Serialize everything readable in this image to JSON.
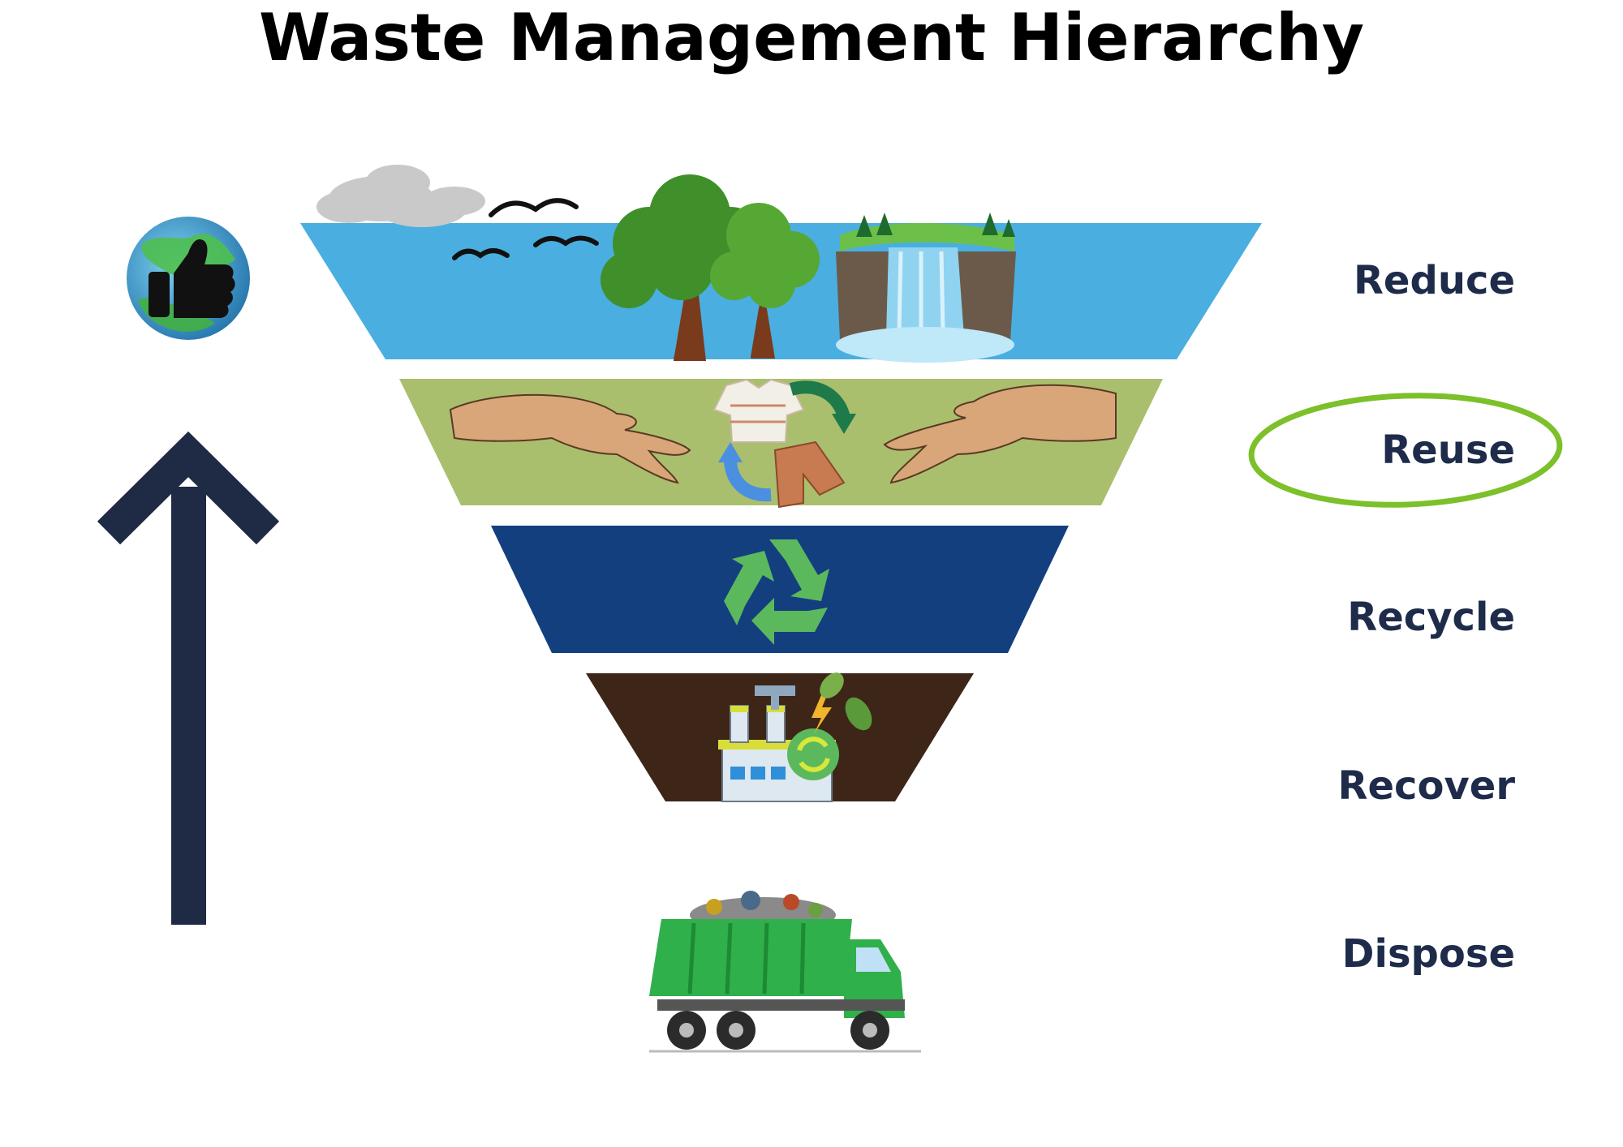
{
  "title": "Waste Management Hierarchy",
  "levels": [
    {
      "label": "Reduce",
      "icon": "nature-scene-icon",
      "color": "#4aaee0"
    },
    {
      "label": "Reuse",
      "icon": "hands-exchange-icon",
      "color": "#a9bf6e",
      "highlighted": true
    },
    {
      "label": "Recycle",
      "icon": "recycle-icon",
      "color": "#133f7f"
    },
    {
      "label": "Recover",
      "icon": "factory-energy-icon",
      "color": "#3d2518"
    },
    {
      "label": "Dispose",
      "icon": "garbage-truck-icon"
    }
  ],
  "highlight_color": "#7cc02a",
  "arrow_color": "#1f2a44",
  "indicator_icon": "earth-thumbs-up-icon"
}
